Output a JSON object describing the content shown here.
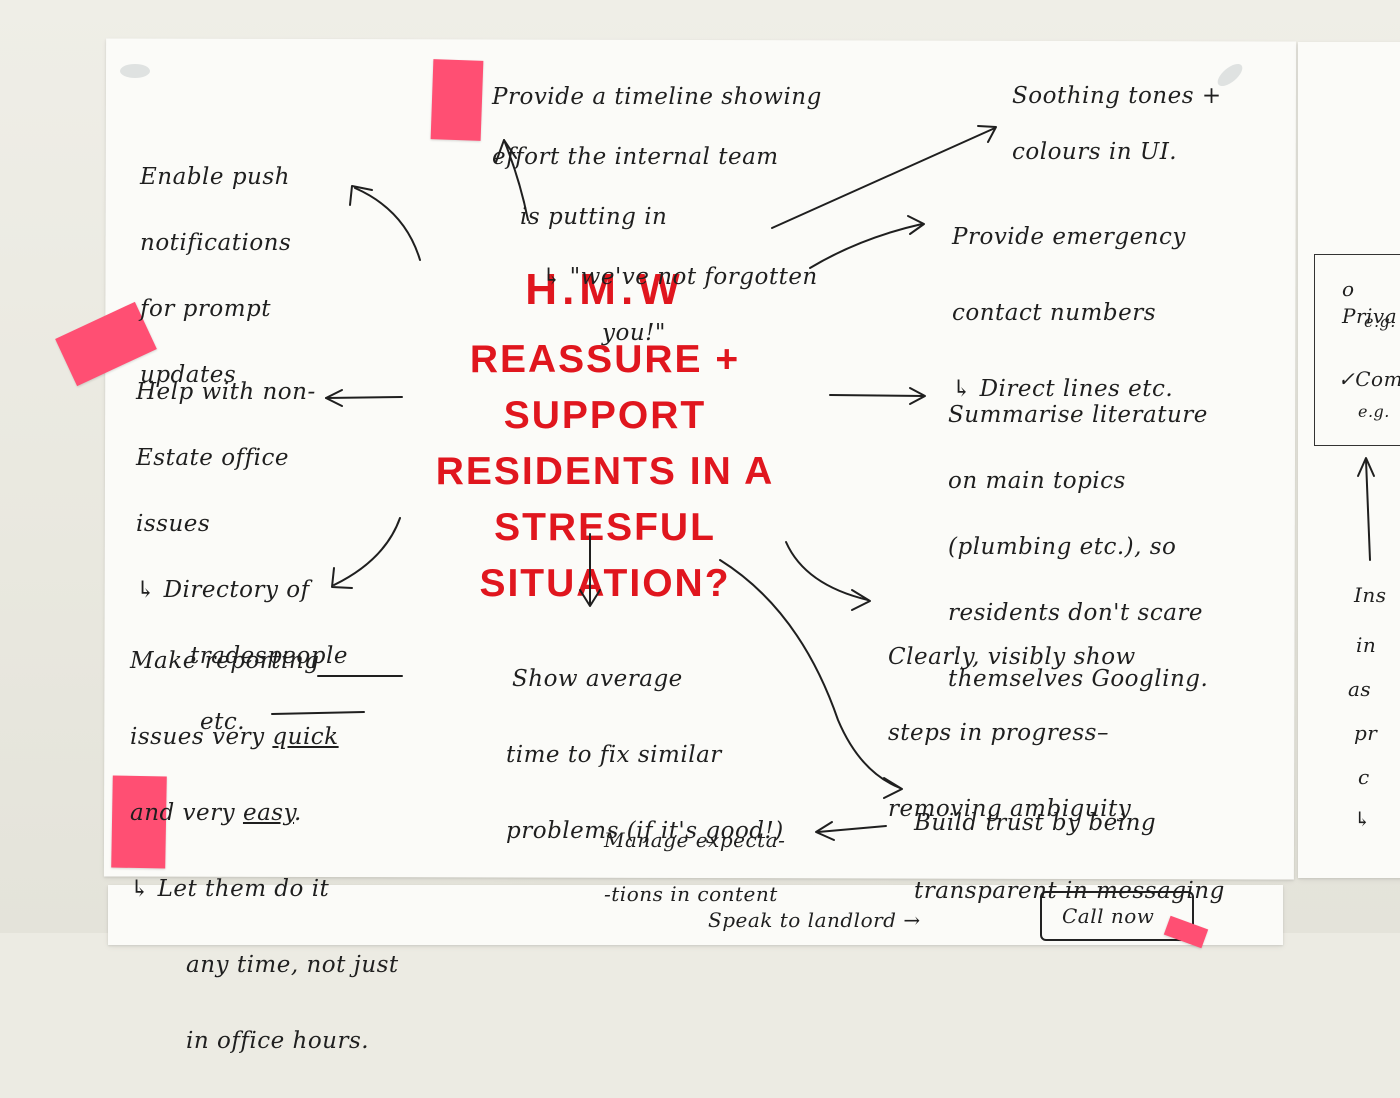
{
  "center": {
    "title": "H.M.W",
    "question_lines": [
      "REASSURE + SUPPORT",
      "RESIDENTS IN A",
      "STRESFUL SITUATION?"
    ]
  },
  "notes": {
    "timeline": [
      "Provide a timeline showing",
      "effort the internal team",
      "is putting in",
      "↳ \"we've not forgotten",
      "you!\""
    ],
    "soothing": [
      "Soothing tones +",
      "colours in UI."
    ],
    "push": [
      "Enable push",
      "notifications",
      "for prompt",
      "updates"
    ],
    "emergency": [
      "Provide emergency",
      "contact numbers",
      "↳ Direct lines etc."
    ],
    "non_estate": [
      "Help with non-",
      "Estate office",
      "issues",
      "↳ Directory of",
      "tradespeople",
      "etc."
    ],
    "summarise": [
      "Summarise literature",
      "on main topics",
      "(plumbing etc.), so",
      "residents don't scare",
      "themselves Googling."
    ],
    "reporting": {
      "line1": "Make reporting",
      "line2_pre": "issues very ",
      "line2_ul": "quick",
      "line3_pre": "and very ",
      "line3_ul": "easy",
      "line3_post": ".",
      "line4": "↳ Let them do it",
      "line5": "any time, not just",
      "line6": "in office hours."
    },
    "average": [
      "Show average",
      "time to fix similar",
      "problems (if it's good!)"
    ],
    "progress": [
      "Clearly, visibly show",
      "steps in progress–",
      "removing ambiguity"
    ],
    "trust": [
      "Build trust by being",
      "transparent in messaging"
    ],
    "expectations": [
      "Manage expecta-",
      "-tions in content"
    ]
  },
  "right_sheet": [
    "o Priva",
    "e.g.",
    "✓Com",
    "e.g.",
    "Ins",
    "in",
    "as",
    "pr",
    "c",
    "↳"
  ],
  "bottom_sheet": {
    "left_text": "Speak to landlord →",
    "button_text": "Call now"
  },
  "colors": {
    "ink": "#1f1f1f",
    "marker_red": "#e0161e",
    "sticky_pink": "#ff4f73",
    "paper": "#fbfbf8",
    "wall": "#ecebe3"
  }
}
